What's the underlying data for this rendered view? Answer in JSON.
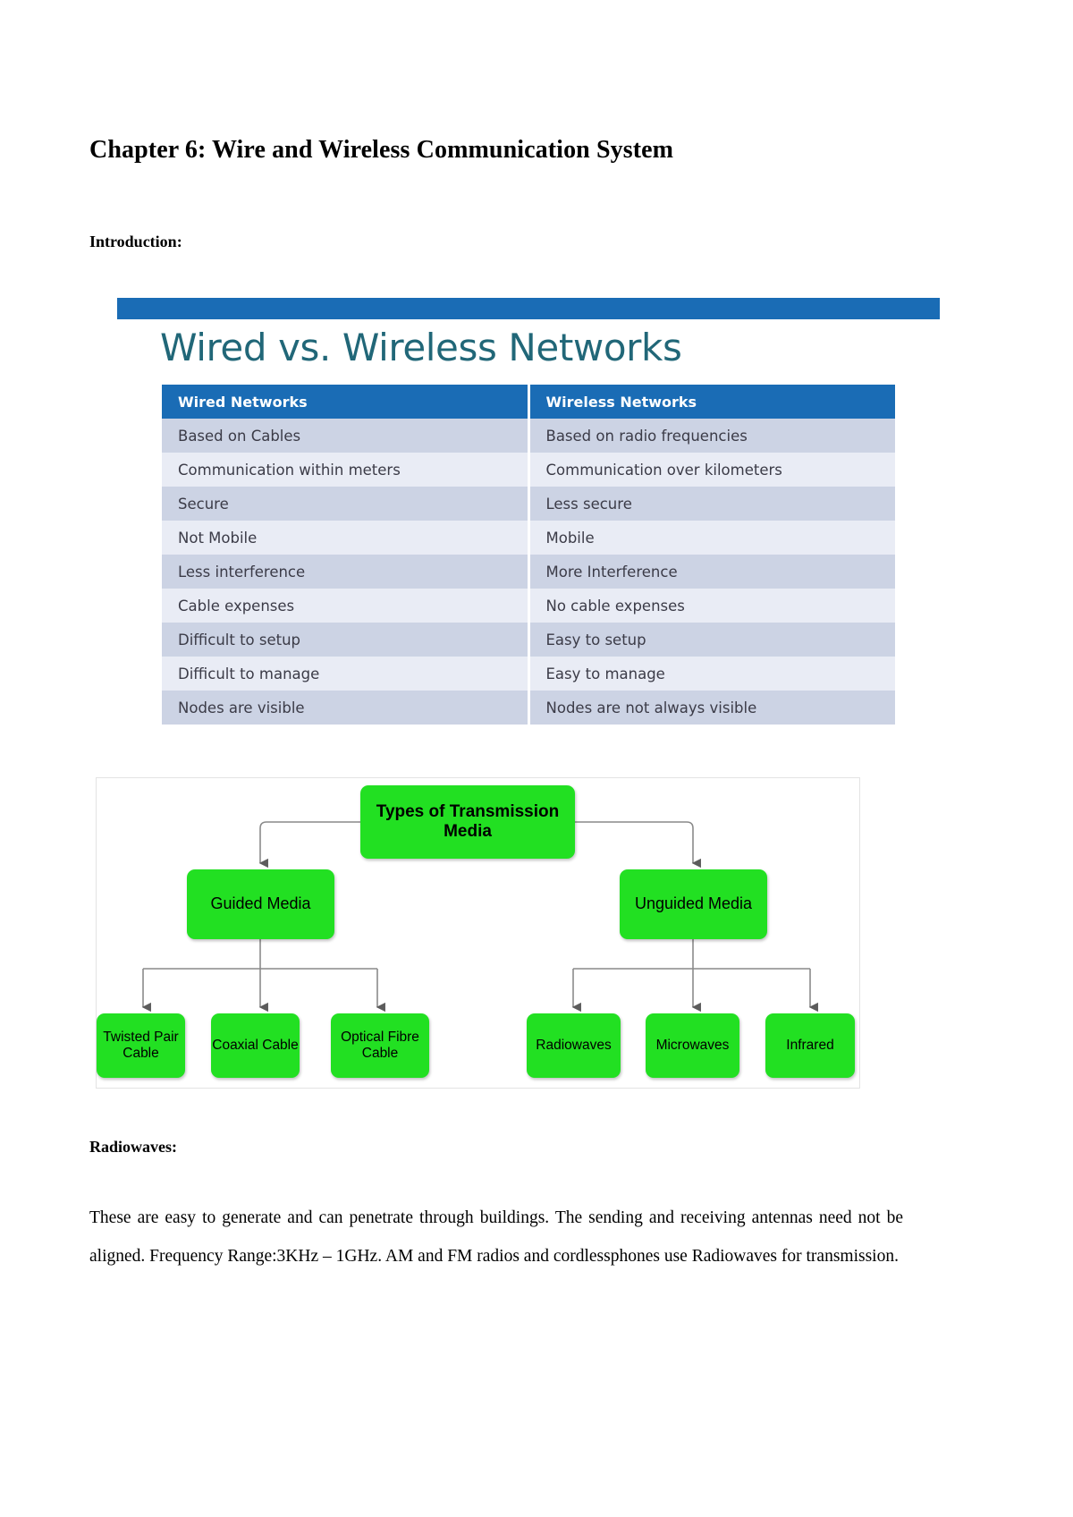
{
  "document": {
    "title": "Chapter 6: Wire and Wireless Communication System",
    "intro_heading": "Introduction:",
    "radiowaves_heading": "Radiowaves:",
    "radiowaves_paragraph": "These are easy to generate and can penetrate through buildings. The sending and receiving antennas need not be aligned. Frequency Range:3KHz – 1GHz. AM and FM radios and cordlessphones use Radiowaves for transmission."
  },
  "comparison_image": {
    "title": "Wired vs. Wireless Networks",
    "accent_bar_color": "#1a6cb5",
    "title_color": "#216778",
    "header_bg": "#1a6cb5",
    "row_odd_bg": "#ccd3e4",
    "row_even_bg": "#e9ecf5",
    "columns": [
      "Wired Networks",
      "Wireless Networks"
    ],
    "rows": [
      [
        "Based on Cables",
        "Based on radio frequencies"
      ],
      [
        "Communication within meters",
        "Communication over kilometers"
      ],
      [
        "Secure",
        "Less secure"
      ],
      [
        "Not Mobile",
        "Mobile"
      ],
      [
        "Less interference",
        "More Interference"
      ],
      [
        "Cable expenses",
        "No cable expenses"
      ],
      [
        "Difficult to setup",
        "Easy to setup"
      ],
      [
        "Difficult to manage",
        "Easy to manage"
      ],
      [
        "Nodes are visible",
        "Nodes are not always visible"
      ]
    ]
  },
  "flowchart": {
    "node_color": "#22e022",
    "connector_color": "#8a8a8a",
    "root": "Types of Transmission Media",
    "guided": "Guided Media",
    "unguided": "Unguided Media",
    "guided_children": [
      "Twisted Pair Cable",
      "Coaxial Cable",
      "Optical Fibre Cable"
    ],
    "unguided_children": [
      "Radiowaves",
      "Microwaves",
      "Infrared"
    ]
  }
}
